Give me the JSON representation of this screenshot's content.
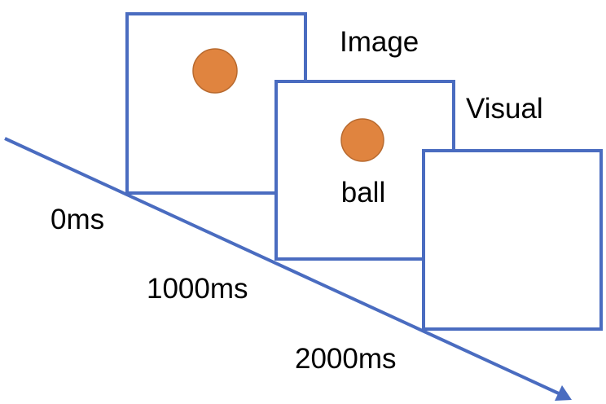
{
  "frames": [
    {
      "title": "Image",
      "stimulus_icon": "orange-ball-icon",
      "stimulus_color": "#e0843f"
    },
    {
      "title": "Visual",
      "stimulus_icon": "orange-ball-icon",
      "stimulus_color": "#e0843f",
      "word": "ball"
    },
    {
      "title": ""
    }
  ],
  "timeline": {
    "color": "#4a6cc0",
    "marks": [
      "0ms",
      "1000ms",
      "2000ms"
    ]
  }
}
